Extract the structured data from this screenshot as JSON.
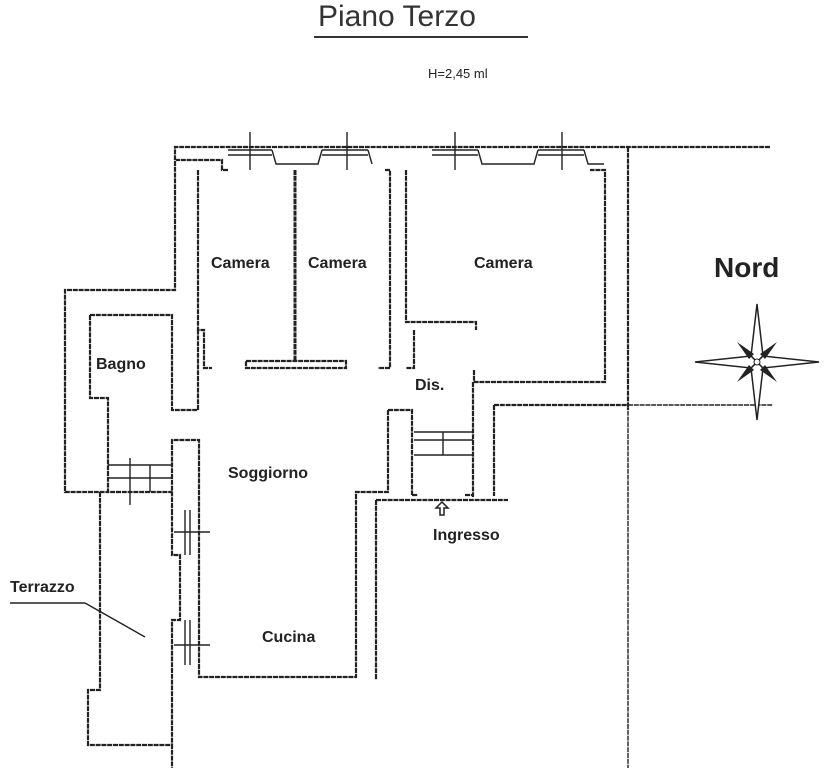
{
  "title": "Piano Terzo",
  "height_note": "H=2,45 ml",
  "compass_label": "Nord",
  "rooms": {
    "camera_1": "Camera",
    "camera_2": "Camera",
    "camera_3": "Camera",
    "bagno": "Bagno",
    "disimpegno": "Dis.",
    "soggiorno": "Soggiorno",
    "ingresso": "Ingresso",
    "terrazzo": "Terrazzo",
    "cucina": "Cucina"
  }
}
